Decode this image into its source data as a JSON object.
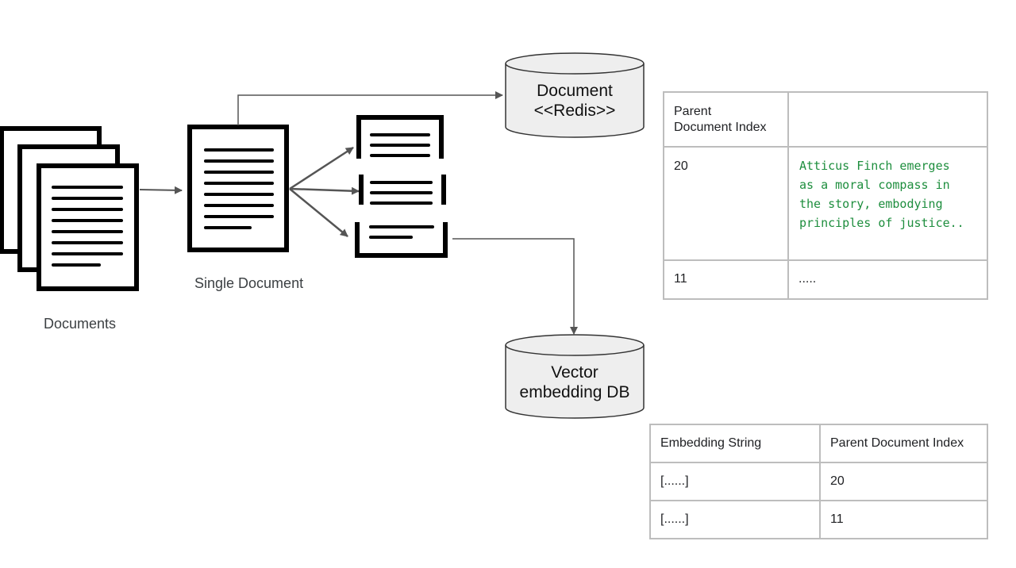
{
  "labels": {
    "documents": "Documents",
    "single_document": "Single Document"
  },
  "cylinders": {
    "doc_store": {
      "line1": "Document",
      "line2": "<<Redis>>"
    },
    "vector_db": {
      "line1": "Vector",
      "line2": "embedding DB"
    }
  },
  "parent_table": {
    "header": [
      "Parent\nDocument Index",
      ""
    ],
    "rows": [
      {
        "index": "20",
        "text": "Atticus Finch emerges as a moral compass in the story, embodying principles of justice.."
      },
      {
        "index": "11",
        "text": "....."
      }
    ]
  },
  "embedding_table": {
    "header": [
      "Embedding String",
      "Parent Document Index"
    ],
    "rows": [
      {
        "embedding": "[......]",
        "parent_index": "20"
      },
      {
        "embedding": "[......]",
        "parent_index": "11"
      }
    ]
  },
  "colors": {
    "arrow": "#555555",
    "cylinder_fill": "#eeeeee",
    "table_border": "#bdbdbd",
    "code_text": "#1e8e3e"
  }
}
